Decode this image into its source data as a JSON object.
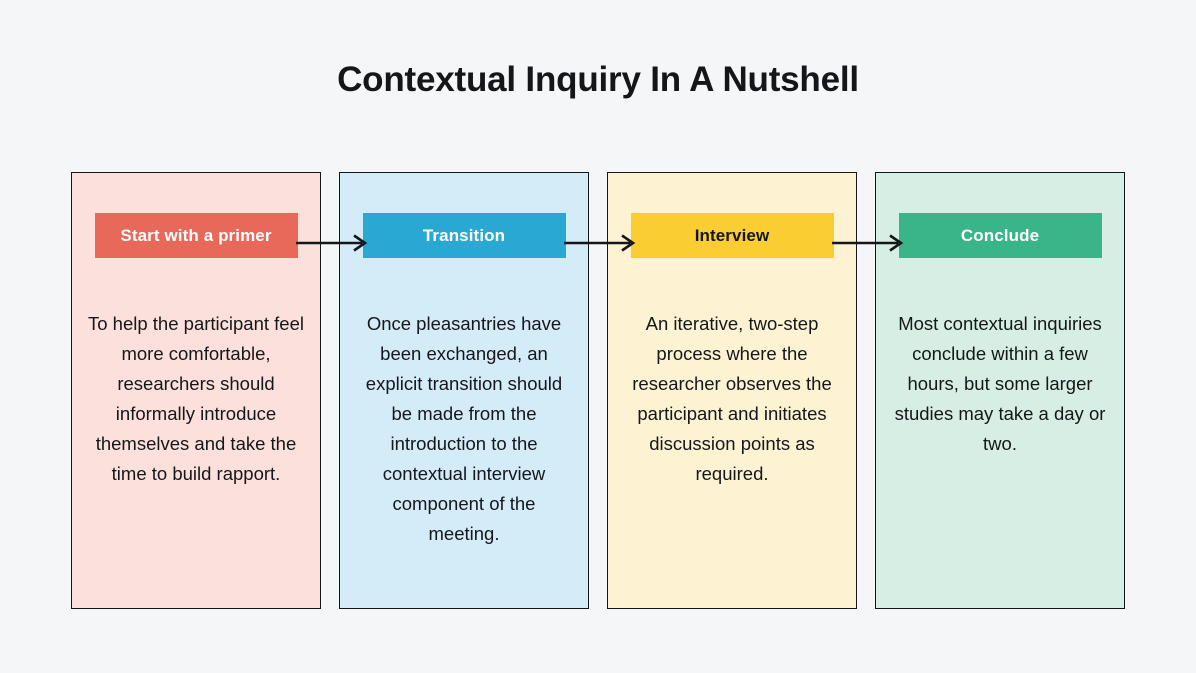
{
  "title": "Contextual Inquiry In A Nutshell",
  "background_color": "#f5f6f8",
  "steps": [
    {
      "label": "Start with a primer",
      "body": "To help the participant feel more comfortable, researchers should informally introduce themselves and take the time to build rapport.",
      "header_color": "#e8685a",
      "header_text_color": "#ffffff",
      "card_color": "#fce0db"
    },
    {
      "label": "Transition",
      "body": "Once pleasantries have been exchanged, an explicit transition should be made from the introduction to the contextual interview component of the meeting.",
      "header_color": "#2aa8d4",
      "header_text_color": "#ffffff",
      "card_color": "#d4ebf8"
    },
    {
      "label": "Interview",
      "body": "An iterative, two-step process where the researcher observes the participant and initiates discussion points as required.",
      "header_color": "#face33",
      "header_text_color": "#14161a",
      "card_color": "#fdf3d3"
    },
    {
      "label": "Conclude",
      "body": "Most contextual inquiries conclude within a few hours, but some larger studies may take a day or two.",
      "header_color": "#3ab489",
      "header_text_color": "#ffffff",
      "card_color": "#d6eee3"
    }
  ],
  "connectors": [
    {
      "name": "arrow-primer-to-transition",
      "color": "#14161a"
    },
    {
      "name": "arrow-transition-to-interview",
      "color": "#14161a"
    },
    {
      "name": "arrow-interview-to-conclude",
      "color": "#14161a"
    }
  ]
}
